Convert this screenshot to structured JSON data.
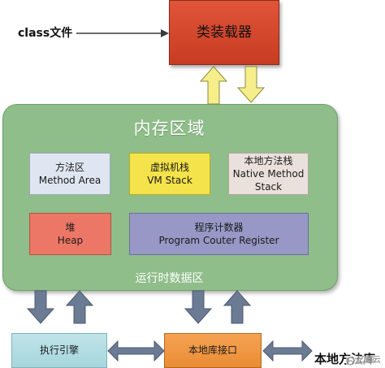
{
  "class_file": {
    "label": "class文件"
  },
  "class_loader": {
    "label": "类装载器"
  },
  "memory_area": {
    "title": "内存区域",
    "footer": "运行时数据区",
    "method_area": {
      "line1": "方法区",
      "line2": "Method Area"
    },
    "vm_stack": {
      "line1": "虚拟机栈",
      "line2": "VM Stack"
    },
    "native_method_stack": {
      "line1": "本地方法栈",
      "line2": "Native Method",
      "line3": "Stack"
    },
    "heap": {
      "line1": "堆",
      "line2": "Heap"
    },
    "program_counter": {
      "line1": "程序计数器",
      "line2": "Program Couter Register"
    }
  },
  "execution_engine": {
    "label": "执行引擎"
  },
  "native_interface": {
    "label": "本地库接口"
  },
  "native_library": {
    "label": "本地方法库"
  },
  "watermark": {
    "text": "亿速云"
  },
  "colors": {
    "class_loader": "#d2462b",
    "memory_area": "#8fbe8a",
    "method_area": "#dfe6f1",
    "vm_stack": "#f4e34a",
    "native_method_stack": "#eae0dc",
    "heap": "#ed7767",
    "program_counter": "#9798c6",
    "execution_engine": "#b3dde3",
    "native_interface": "#ef9a45",
    "loader_arrows": "#f5ee8a",
    "bottom_arrows": "#6b7b94"
  }
}
